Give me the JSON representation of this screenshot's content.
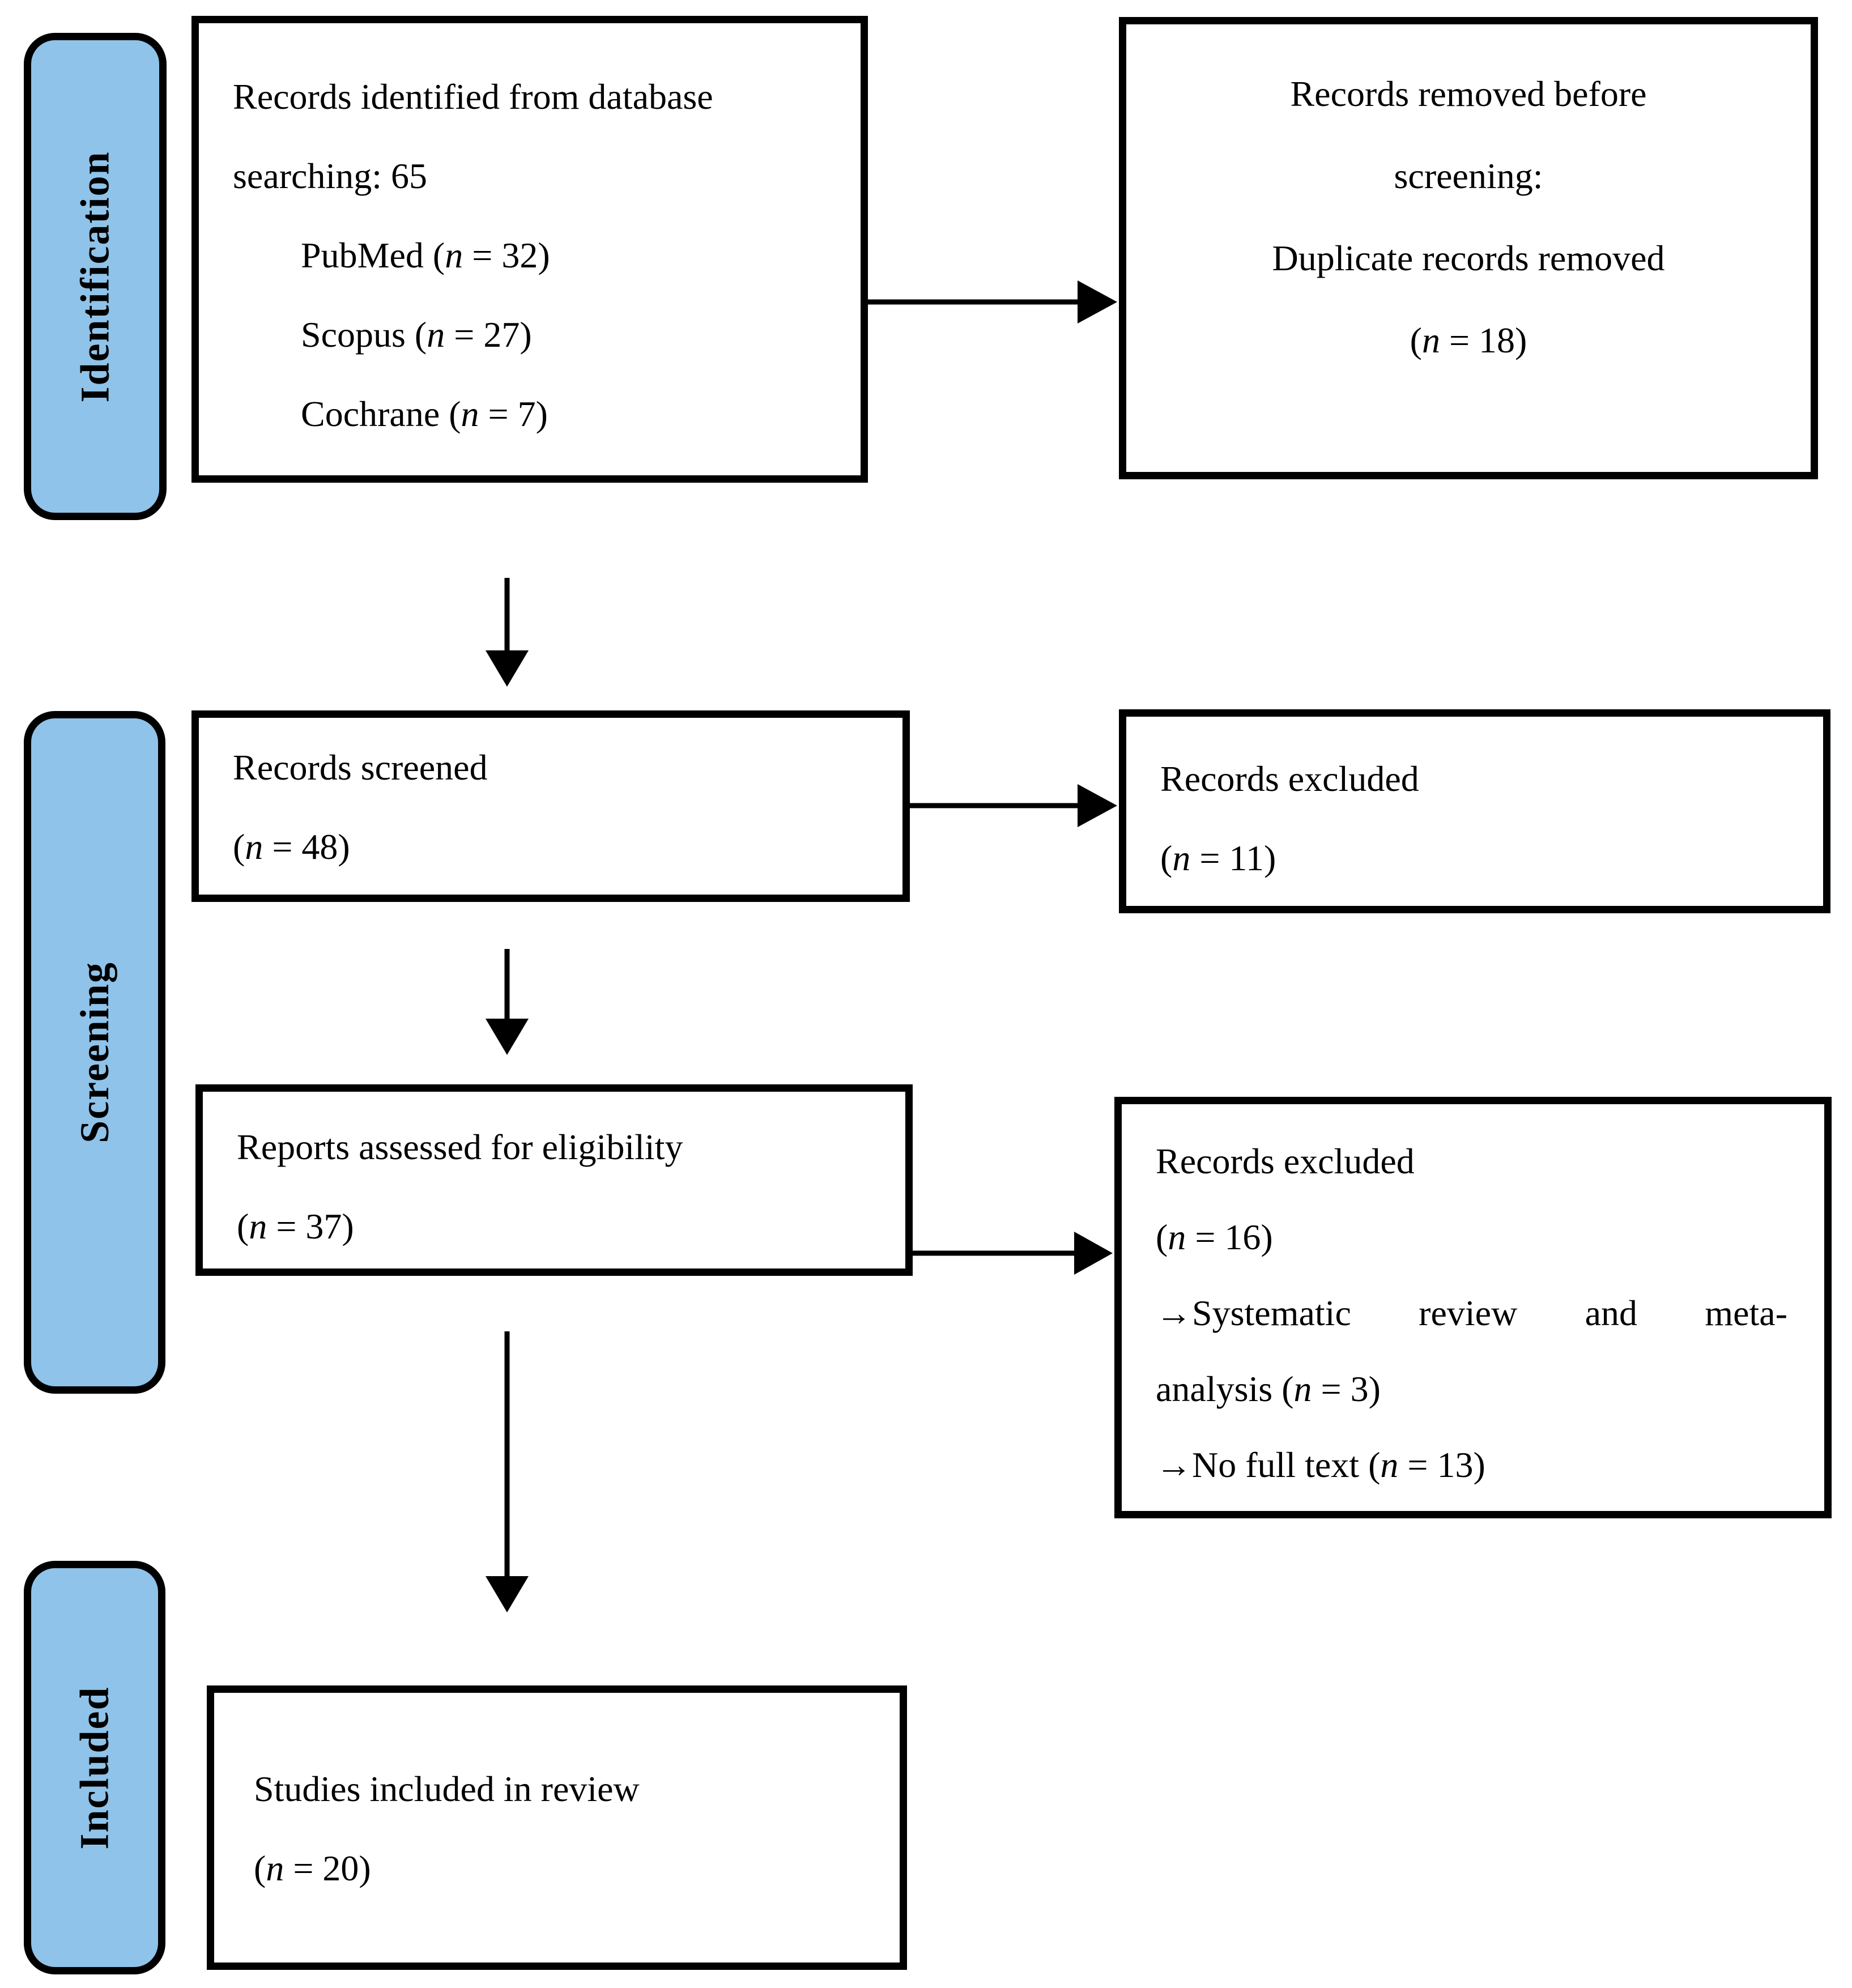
{
  "figure": {
    "type": "prisma-flow-diagram"
  },
  "colors": {
    "stage_fill": "#8FC3E9",
    "ink": "#000000",
    "box_background": "#FFFFFF"
  },
  "stages": [
    {
      "id": "identification",
      "label": "Identification"
    },
    {
      "id": "screening",
      "label": "Screening"
    },
    {
      "id": "included",
      "label": "Included"
    }
  ],
  "boxes": {
    "identified": {
      "lines": [
        [
          {
            "t": "Records identified from database"
          }
        ],
        [
          {
            "t": "searching: 65"
          }
        ],
        [
          {
            "t": "PubMed ("
          },
          {
            "t": "n",
            "i": true
          },
          {
            "t": " = 32)"
          }
        ],
        [
          {
            "t": "Scopus ("
          },
          {
            "t": "n",
            "i": true
          },
          {
            "t": " = 27)"
          }
        ],
        [
          {
            "t": "Cochrane ("
          },
          {
            "t": "n",
            "i": true
          },
          {
            "t": " = 7)"
          }
        ]
      ]
    },
    "removed": {
      "lines": [
        [
          {
            "t": "Records removed before"
          }
        ],
        [
          {
            "t": "screening:"
          }
        ],
        [
          {
            "t": "Duplicate records removed"
          }
        ],
        [
          {
            "t": "("
          },
          {
            "t": "n",
            "i": true
          },
          {
            "t": " = 18)"
          }
        ]
      ]
    },
    "screened": {
      "lines": [
        [
          {
            "t": "Records screened"
          }
        ],
        [
          {
            "t": "("
          },
          {
            "t": "n",
            "i": true
          },
          {
            "t": " = 48)"
          }
        ]
      ]
    },
    "excluded_screening": {
      "lines": [
        [
          {
            "t": "Records excluded"
          }
        ],
        [
          {
            "t": "("
          },
          {
            "t": "n",
            "i": true
          },
          {
            "t": " = 11)"
          }
        ]
      ]
    },
    "assessed": {
      "lines": [
        [
          {
            "t": "Reports assessed for eligibility"
          }
        ],
        [
          {
            "t": "("
          },
          {
            "t": "n",
            "i": true
          },
          {
            "t": " = 37)"
          }
        ]
      ]
    },
    "excluded_eligibility": {
      "lines": [
        [
          {
            "t": "Records excluded"
          }
        ],
        [
          {
            "t": "("
          },
          {
            "t": "n",
            "i": true
          },
          {
            "t": " = 16)"
          }
        ],
        [
          {
            "t": "→Systematic review and meta-"
          }
        ],
        [
          {
            "t": "analysis ("
          },
          {
            "t": "n",
            "i": true
          },
          {
            "t": " = 3)"
          }
        ],
        [
          {
            "t": "→No full text ("
          },
          {
            "t": "n",
            "i": true
          },
          {
            "t": " = 13)"
          }
        ]
      ]
    },
    "included_review": {
      "lines": [
        [
          {
            "t": "Studies included in review"
          }
        ],
        [
          {
            "t": "("
          },
          {
            "t": "n",
            "i": true
          },
          {
            "t": " = 20)"
          }
        ]
      ]
    }
  }
}
